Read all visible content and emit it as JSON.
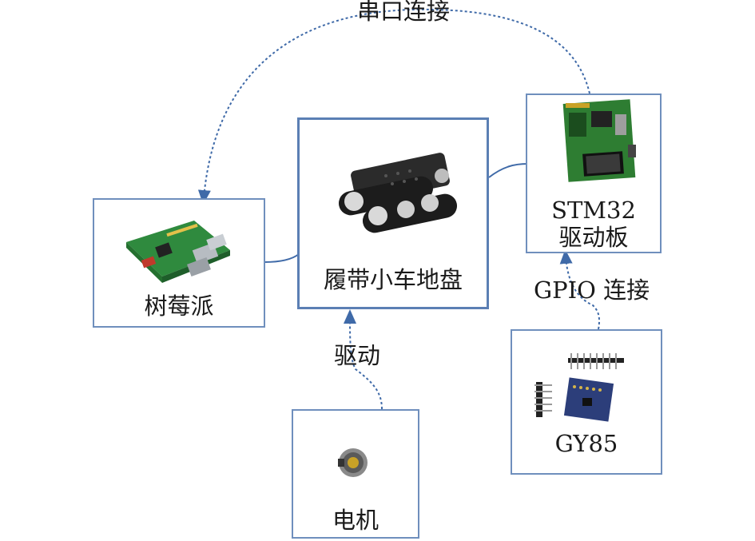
{
  "nodes": {
    "raspberry_pi": {
      "label": "树莓派"
    },
    "chassis": {
      "label": "履带小车地盘"
    },
    "stm32": {
      "label_line1": "STM32",
      "label_line2": "驱动板"
    },
    "motor": {
      "label": "电机"
    },
    "gy85": {
      "label": "GY85"
    }
  },
  "connections": {
    "serial": {
      "label": "串口连接"
    },
    "drive": {
      "label": "驱动"
    },
    "gpio": {
      "label": "GPIO 连接"
    }
  },
  "colors": {
    "box_border": "#6f8fbd",
    "connector_solid": "#3f6aa8",
    "connector_dashed": "#3f6aa8"
  }
}
